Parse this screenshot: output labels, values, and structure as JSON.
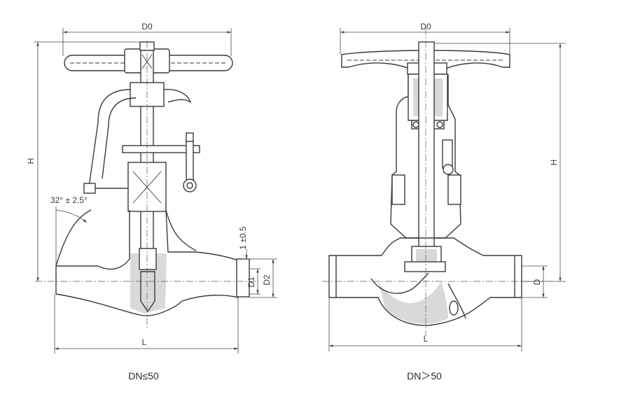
{
  "left_view": {
    "caption": "DN≤50",
    "labels": {
      "d0": "D0",
      "h": "H",
      "l": "L",
      "d1": "D1",
      "d2": "D2",
      "tolerance": "1 ±0.5",
      "angle": "32° ± 2.5°"
    }
  },
  "right_view": {
    "caption": "DN＞50",
    "labels": {
      "d0": "D0",
      "h": "H",
      "l": "L",
      "d": "D"
    }
  }
}
